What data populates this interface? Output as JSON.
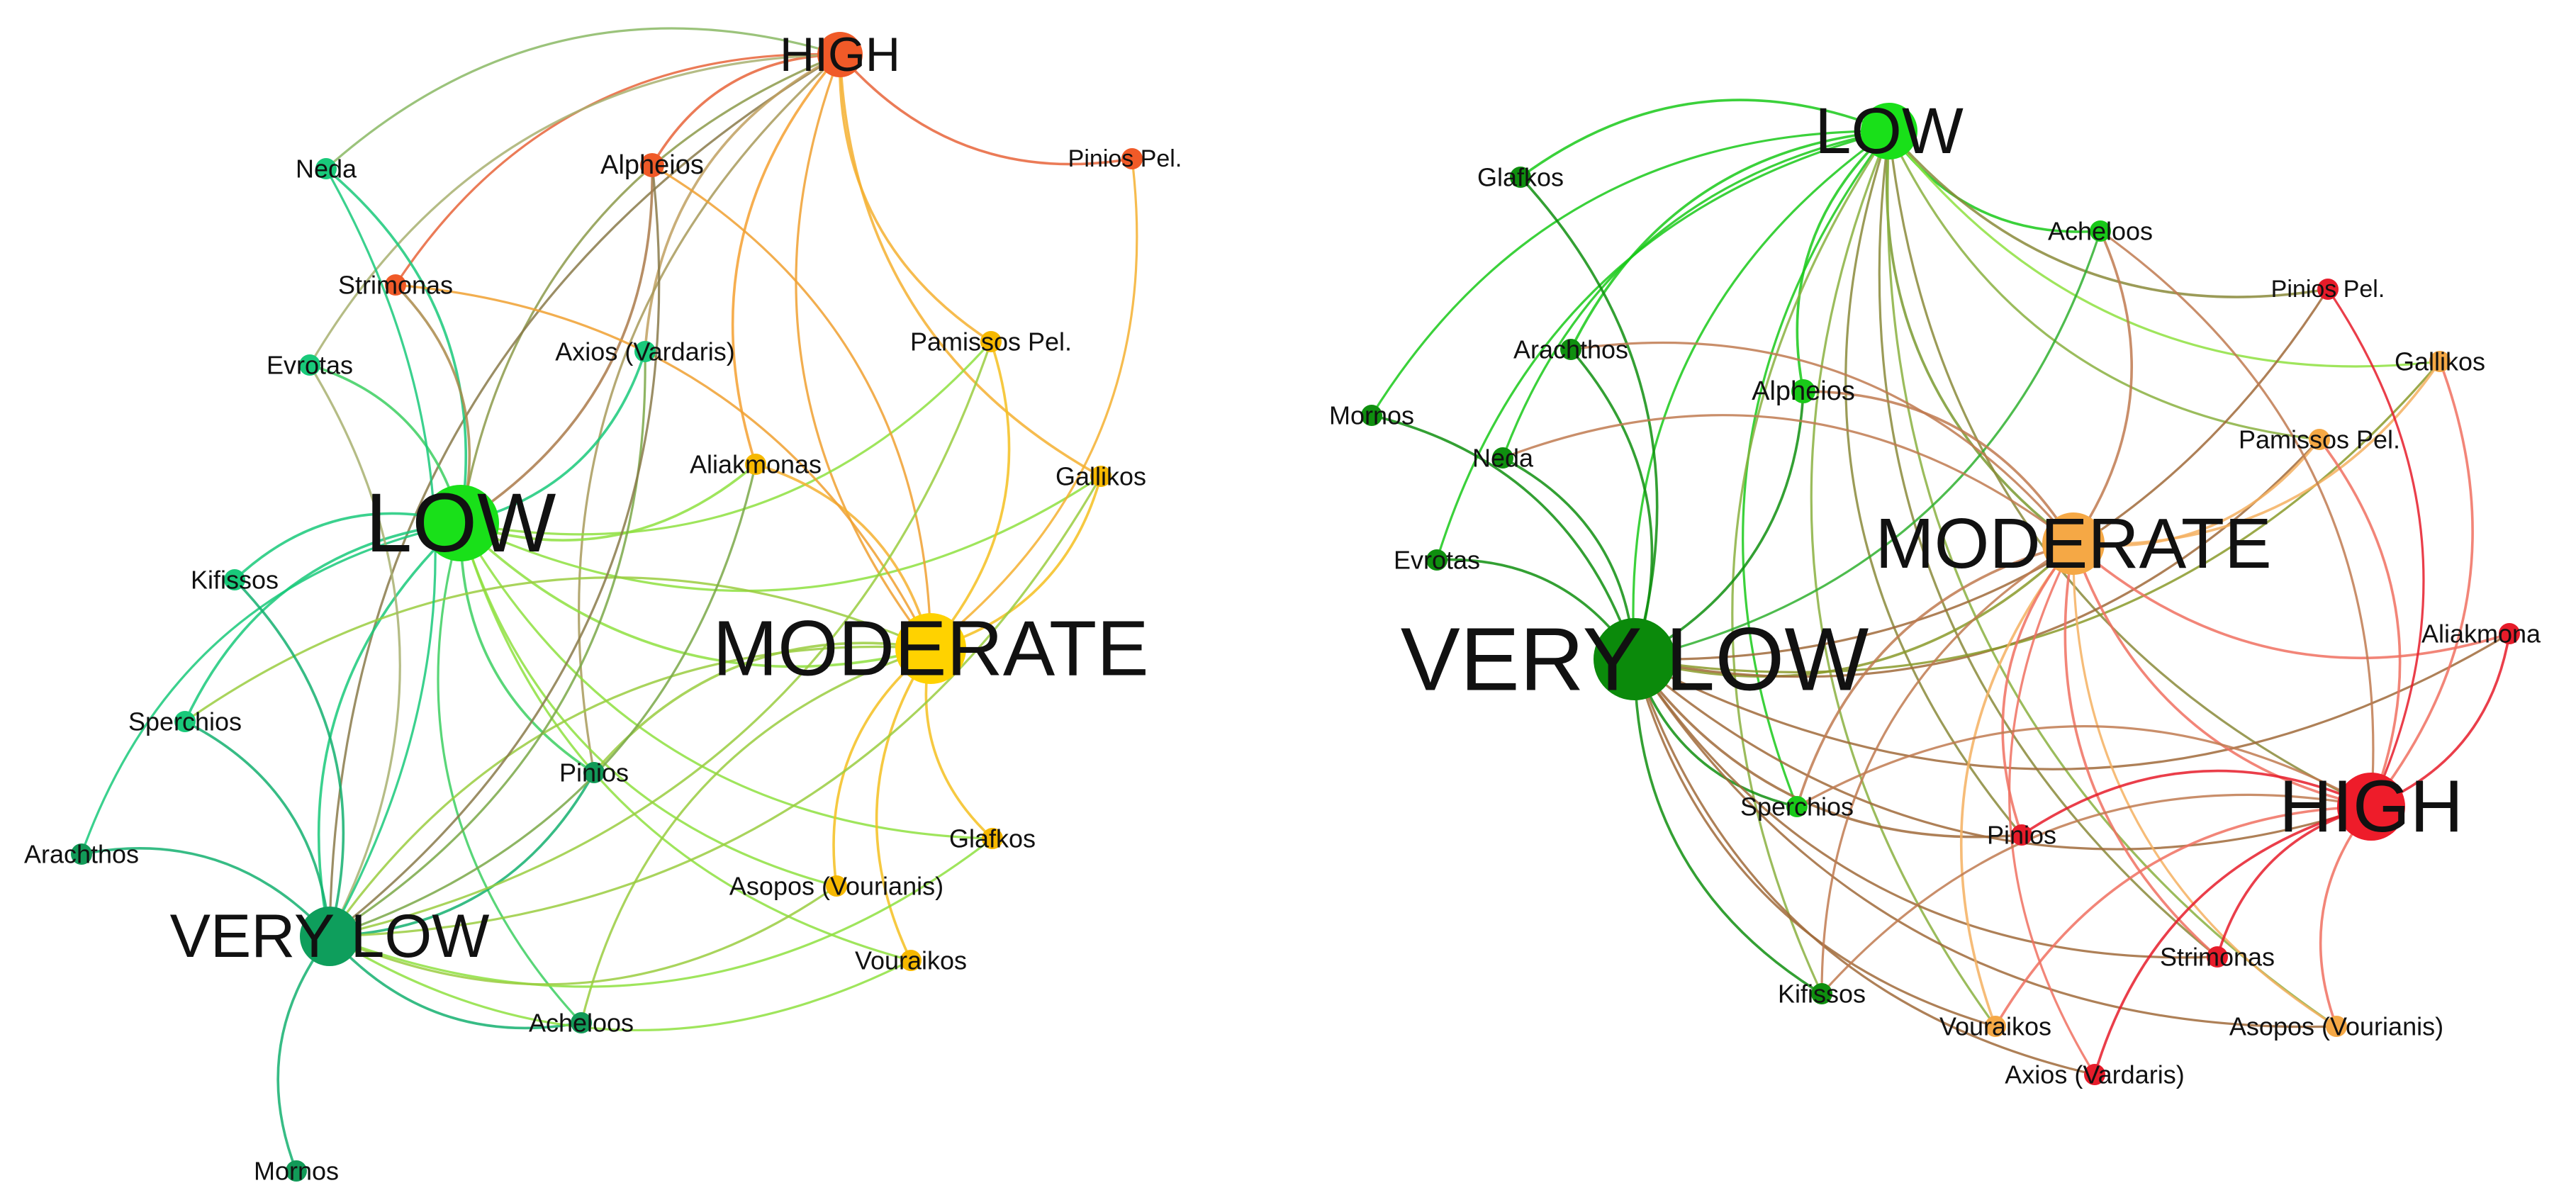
{
  "networks": [
    {
      "id": "left",
      "nodes": [
        {
          "id": "HIGH",
          "label": "HIGH",
          "kind": "hub",
          "color": "#f05a28"
        },
        {
          "id": "LOW",
          "label": "LOW",
          "kind": "hub",
          "color": "#19e019"
        },
        {
          "id": "MODERATE",
          "label": "MODERATE",
          "kind": "hub",
          "color": "#ffd200"
        },
        {
          "id": "VERYLOW",
          "label": "VERY LOW",
          "kind": "hub",
          "color": "#0e9e5c"
        },
        {
          "id": "Neda",
          "label": "Neda",
          "kind": "river",
          "color": "#19c97a"
        },
        {
          "id": "Alpheios",
          "label": "Alpheios",
          "kind": "river",
          "color": "#f05a28"
        },
        {
          "id": "PiniosPel",
          "label": "Pinios Pel.",
          "kind": "river",
          "color": "#f05a28"
        },
        {
          "id": "Strimonas",
          "label": "Strimonas",
          "kind": "river",
          "color": "#f05a28"
        },
        {
          "id": "Evrotas",
          "label": "Evrotas",
          "kind": "river",
          "color": "#19c97a"
        },
        {
          "id": "Axios",
          "label": "Axios (Vardaris)",
          "kind": "river",
          "color": "#19c97a"
        },
        {
          "id": "PamissosPel",
          "label": "Pamissos Pel.",
          "kind": "river",
          "color": "#f6b800"
        },
        {
          "id": "Aliakmonas",
          "label": "Aliakmonas",
          "kind": "river",
          "color": "#f6b800"
        },
        {
          "id": "Gallikos",
          "label": "Gallikos",
          "kind": "river",
          "color": "#f6b800"
        },
        {
          "id": "Kifissos",
          "label": "Kifissos",
          "kind": "river",
          "color": "#19c97a"
        },
        {
          "id": "Sperchios",
          "label": "Sperchios",
          "kind": "river",
          "color": "#19c97a"
        },
        {
          "id": "Pinios",
          "label": "Pinios",
          "kind": "river",
          "color": "#129a58"
        },
        {
          "id": "Arachthos",
          "label": "Arachthos",
          "kind": "river",
          "color": "#129a58"
        },
        {
          "id": "Glafkos",
          "label": "Glafkos",
          "kind": "river",
          "color": "#f6b800"
        },
        {
          "id": "Asopos",
          "label": "Asopos (Vourianis)",
          "kind": "river",
          "color": "#f6b800"
        },
        {
          "id": "Vouraikos",
          "label": "Vouraikos",
          "kind": "river",
          "color": "#f6b800"
        },
        {
          "id": "Acheloos",
          "label": "Acheloos",
          "kind": "river",
          "color": "#129a58"
        },
        {
          "id": "Mornos",
          "label": "Mornos",
          "kind": "river",
          "color": "#129a58"
        }
      ],
      "edges": [
        [
          "HIGH",
          "Alpheios",
          "#e8643a"
        ],
        [
          "HIGH",
          "PiniosPel",
          "#e8643a"
        ],
        [
          "HIGH",
          "Strimonas",
          "#e8643a"
        ],
        [
          "HIGH",
          "LOW",
          "#8c9a4a"
        ],
        [
          "HIGH",
          "Neda",
          "#8ab864"
        ],
        [
          "HIGH",
          "Evrotas",
          "#a8b070"
        ],
        [
          "HIGH",
          "VERYLOW",
          "#8a7a4a"
        ],
        [
          "HIGH",
          "Axios",
          "#c0a060"
        ],
        [
          "HIGH",
          "Pinios",
          "#a89a5a"
        ],
        [
          "HIGH",
          "MODERATE",
          "#f0a030"
        ],
        [
          "HIGH",
          "PamissosPel",
          "#f5b030"
        ],
        [
          "HIGH",
          "Gallikos",
          "#f5b030"
        ],
        [
          "HIGH",
          "Aliakmonas",
          "#f5a030"
        ],
        [
          "LOW",
          "Neda",
          "#19c97a"
        ],
        [
          "LOW",
          "Evrotas",
          "#3ccf60"
        ],
        [
          "LOW",
          "Kifissos",
          "#19c97a"
        ],
        [
          "LOW",
          "Sperchios",
          "#19c97a"
        ],
        [
          "LOW",
          "Strimonas",
          "#aa8a4a"
        ],
        [
          "LOW",
          "Alpheios",
          "#aa7a4a"
        ],
        [
          "LOW",
          "Axios",
          "#19c97a"
        ],
        [
          "LOW",
          "Pinios",
          "#3ccf60"
        ],
        [
          "LOW",
          "Acheloos",
          "#3ccf60"
        ],
        [
          "LOW",
          "VERYLOW",
          "#19c97a"
        ],
        [
          "LOW",
          "MODERATE",
          "#8ee040"
        ],
        [
          "LOW",
          "Aliakmonas",
          "#8ee040"
        ],
        [
          "LOW",
          "PamissosPel",
          "#8ee040"
        ],
        [
          "LOW",
          "Gallikos",
          "#8ee040"
        ],
        [
          "LOW",
          "Glafkos",
          "#8ee040"
        ],
        [
          "LOW",
          "Asopos",
          "#8ee040"
        ],
        [
          "LOW",
          "Vouraikos",
          "#8ee040"
        ],
        [
          "LOW",
          "Arachthos",
          "#19c97a"
        ],
        [
          "MODERATE",
          "Aliakmonas",
          "#f5b030"
        ],
        [
          "MODERATE",
          "Gallikos",
          "#f5c020"
        ],
        [
          "MODERATE",
          "PamissosPel",
          "#f5c020"
        ],
        [
          "MODERATE",
          "Glafkos",
          "#f5c020"
        ],
        [
          "MODERATE",
          "Asopos",
          "#f5c020"
        ],
        [
          "MODERATE",
          "Vouraikos",
          "#f5c020"
        ],
        [
          "MODERATE",
          "Alpheios",
          "#f0a030"
        ],
        [
          "MODERATE",
          "Strimonas",
          "#f0a030"
        ],
        [
          "MODERATE",
          "PiniosPel",
          "#f5b030"
        ],
        [
          "MODERATE",
          "VERYLOW",
          "#9acc40"
        ],
        [
          "MODERATE",
          "Pinios",
          "#9acc40"
        ],
        [
          "MODERATE",
          "Acheloos",
          "#9acc40"
        ],
        [
          "MODERATE",
          "Sperchios",
          "#9acc40"
        ],
        [
          "VERYLOW",
          "Arachthos",
          "#14b070"
        ],
        [
          "VERYLOW",
          "Sperchios",
          "#14b070"
        ],
        [
          "VERYLOW",
          "Kifissos",
          "#14b070"
        ],
        [
          "VERYLOW",
          "Mornos",
          "#14b070"
        ],
        [
          "VERYLOW",
          "Acheloos",
          "#14b070"
        ],
        [
          "VERYLOW",
          "Pinios",
          "#14b070"
        ],
        [
          "VERYLOW",
          "Evrotas",
          "#a8b070"
        ],
        [
          "VERYLOW",
          "Neda",
          "#19c97a"
        ],
        [
          "VERYLOW",
          "Axios",
          "#7aa848"
        ],
        [
          "VERYLOW",
          "Alpheios",
          "#8a7a4a"
        ],
        [
          "VERYLOW",
          "Glafkos",
          "#8ee040"
        ],
        [
          "VERYLOW",
          "Vouraikos",
          "#8ee040"
        ],
        [
          "VERYLOW",
          "Aliakmonas",
          "#7aa848"
        ],
        [
          "VERYLOW",
          "PamissosPel",
          "#9acc40"
        ],
        [
          "VERYLOW",
          "Gallikos",
          "#9acc40"
        ],
        [
          "VERYLOW",
          "Asopos",
          "#9acc40"
        ]
      ]
    },
    {
      "id": "right",
      "nodes": [
        {
          "id": "LOW",
          "label": "LOW",
          "kind": "hub",
          "color": "#19e019"
        },
        {
          "id": "MODERATE",
          "label": "MODERATE",
          "kind": "hub",
          "color": "#f5a845"
        },
        {
          "id": "VERYLOW",
          "label": "VERY LOW",
          "kind": "hub",
          "color": "#0b8a0b"
        },
        {
          "id": "HIGH",
          "label": "HIGH",
          "kind": "hub",
          "color": "#ee1c2a"
        },
        {
          "id": "Glafkos",
          "label": "Glafkos",
          "kind": "river",
          "color": "#0f8f0f"
        },
        {
          "id": "Acheloos",
          "label": "Acheloos",
          "kind": "river",
          "color": "#19c919"
        },
        {
          "id": "PiniosPel",
          "label": "Pinios Pel.",
          "kind": "river",
          "color": "#e61c2a"
        },
        {
          "id": "Gallikos",
          "label": "Gallikos",
          "kind": "river",
          "color": "#f5a845"
        },
        {
          "id": "Arachthos",
          "label": "Arachthos",
          "kind": "river",
          "color": "#0f8f0f"
        },
        {
          "id": "Alpheios",
          "label": "Alpheios",
          "kind": "river",
          "color": "#19c919"
        },
        {
          "id": "Mornos",
          "label": "Mornos",
          "kind": "river",
          "color": "#0f8f0f"
        },
        {
          "id": "Neda",
          "label": "Neda",
          "kind": "river",
          "color": "#0f8f0f"
        },
        {
          "id": "PamissosPel",
          "label": "Pamissos Pel.",
          "kind": "river",
          "color": "#f5a845"
        },
        {
          "id": "Evrotas",
          "label": "Evrotas",
          "kind": "river",
          "color": "#0f8f0f"
        },
        {
          "id": "Aliakmonas",
          "label": "Aliakmona",
          "kind": "river",
          "color": "#e61c2a"
        },
        {
          "id": "Sperchios",
          "label": "Sperchios",
          "kind": "river",
          "color": "#19c919"
        },
        {
          "id": "Pinios",
          "label": "Pinios",
          "kind": "river",
          "color": "#e61c2a"
        },
        {
          "id": "Strimonas",
          "label": "Strimonas",
          "kind": "river",
          "color": "#e61c2a"
        },
        {
          "id": "Kifissos",
          "label": "Kifissos",
          "kind": "river",
          "color": "#0f8f0f"
        },
        {
          "id": "Vouraikos",
          "label": "Vouraikos",
          "kind": "river",
          "color": "#f5a845"
        },
        {
          "id": "Asopos",
          "label": "Asopos (Vourianis)",
          "kind": "river",
          "color": "#f5a845"
        },
        {
          "id": "Axios",
          "label": "Axios (Vardaris)",
          "kind": "river",
          "color": "#e61c2a"
        }
      ],
      "edges": [
        [
          "LOW",
          "Glafkos",
          "#19c919"
        ],
        [
          "LOW",
          "Acheloos",
          "#19c919"
        ],
        [
          "LOW",
          "Arachthos",
          "#19c919"
        ],
        [
          "LOW",
          "Alpheios",
          "#19c919"
        ],
        [
          "LOW",
          "Mornos",
          "#19c919"
        ],
        [
          "LOW",
          "Neda",
          "#19c919"
        ],
        [
          "LOW",
          "Evrotas",
          "#19c919"
        ],
        [
          "LOW",
          "VERYLOW",
          "#19c919"
        ],
        [
          "LOW",
          "Sperchios",
          "#19c919"
        ],
        [
          "LOW",
          "Kifissos",
          "#8ab040"
        ],
        [
          "LOW",
          "MODERATE",
          "#7a9a30"
        ],
        [
          "LOW",
          "PamissosPel",
          "#8ab040"
        ],
        [
          "LOW",
          "Gallikos",
          "#8ee040"
        ],
        [
          "LOW",
          "PiniosPel",
          "#8a8a3a"
        ],
        [
          "LOW",
          "HIGH",
          "#8a8a3a"
        ],
        [
          "LOW",
          "Pinios",
          "#8a8a3a"
        ],
        [
          "LOW",
          "Strimonas",
          "#8a8a3a"
        ],
        [
          "LOW",
          "Vouraikos",
          "#8ab040"
        ],
        [
          "LOW",
          "Asopos",
          "#8ab040"
        ],
        [
          "VERYLOW",
          "Glafkos",
          "#0f8f0f"
        ],
        [
          "VERYLOW",
          "Arachthos",
          "#0f8f0f"
        ],
        [
          "VERYLOW",
          "Mornos",
          "#0f8f0f"
        ],
        [
          "VERYLOW",
          "Neda",
          "#0f8f0f"
        ],
        [
          "VERYLOW",
          "Evrotas",
          "#0f8f0f"
        ],
        [
          "VERYLOW",
          "Sperchios",
          "#0f8f0f"
        ],
        [
          "VERYLOW",
          "Kifissos",
          "#0f8f0f"
        ],
        [
          "VERYLOW",
          "Alpheios",
          "#0f8f0f"
        ],
        [
          "VERYLOW",
          "Acheloos",
          "#2fb02f"
        ],
        [
          "VERYLOW",
          "MODERATE",
          "#8a9a2a"
        ],
        [
          "VERYLOW",
          "HIGH",
          "#a06a3a"
        ],
        [
          "VERYLOW",
          "PamissosPel",
          "#a06a3a"
        ],
        [
          "VERYLOW",
          "Gallikos",
          "#8a9a2a"
        ],
        [
          "VERYLOW",
          "Pinios",
          "#a06a3a"
        ],
        [
          "VERYLOW",
          "Strimonas",
          "#a06a3a"
        ],
        [
          "VERYLOW",
          "Vouraikos",
          "#a06a3a"
        ],
        [
          "VERYLOW",
          "Asopos",
          "#a06a3a"
        ],
        [
          "VERYLOW",
          "Axios",
          "#a06a3a"
        ],
        [
          "VERYLOW",
          "Aliakmonas",
          "#a06a3a"
        ],
        [
          "VERYLOW",
          "PiniosPel",
          "#a06a3a"
        ],
        [
          "MODERATE",
          "Arachthos",
          "#c07a50"
        ],
        [
          "MODERATE",
          "Alpheios",
          "#c07a50"
        ],
        [
          "MODERATE",
          "Neda",
          "#c07a50"
        ],
        [
          "MODERATE",
          "Gallikos",
          "#f5b060"
        ],
        [
          "MODERATE",
          "PamissosPel",
          "#f5b060"
        ],
        [
          "MODERATE",
          "Vouraikos",
          "#f5b060"
        ],
        [
          "MODERATE",
          "Asopos",
          "#f5b060"
        ],
        [
          "MODERATE",
          "Pinios",
          "#f07060"
        ],
        [
          "MODERATE",
          "Strimonas",
          "#f07060"
        ],
        [
          "MODERATE",
          "Axios",
          "#f07060"
        ],
        [
          "MODERATE",
          "HIGH",
          "#f07060"
        ],
        [
          "MODERATE",
          "Aliakmonas",
          "#f07060"
        ],
        [
          "MODERATE",
          "Sperchios",
          "#c07a50"
        ],
        [
          "MODERATE",
          "Kifissos",
          "#c07a50"
        ],
        [
          "MODERATE",
          "Acheloos",
          "#c07a50"
        ],
        [
          "HIGH",
          "PiniosPel",
          "#e61c2a"
        ],
        [
          "HIGH",
          "Aliakmonas",
          "#e61c2a"
        ],
        [
          "HIGH",
          "Strimonas",
          "#e61c2a"
        ],
        [
          "HIGH",
          "Pinios",
          "#e61c2a"
        ],
        [
          "HIGH",
          "Axios",
          "#e61c2a"
        ],
        [
          "HIGH",
          "Gallikos",
          "#f07060"
        ],
        [
          "HIGH",
          "PamissosPel",
          "#f07060"
        ],
        [
          "HIGH",
          "Asopos",
          "#f07060"
        ],
        [
          "HIGH",
          "Vouraikos",
          "#f07060"
        ],
        [
          "HIGH",
          "Sperchios",
          "#c07a50"
        ],
        [
          "HIGH",
          "Kifissos",
          "#c07a50"
        ],
        [
          "HIGH",
          "Acheloos",
          "#c07a50"
        ]
      ]
    }
  ]
}
